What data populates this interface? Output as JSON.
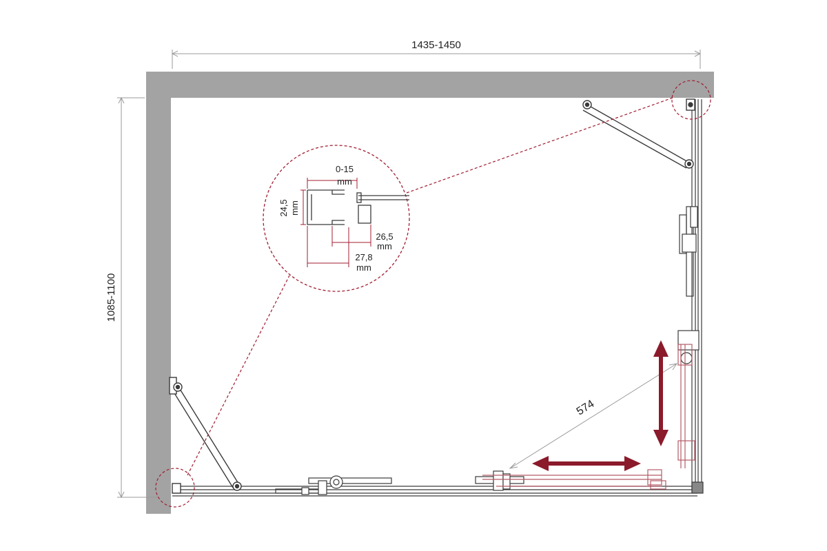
{
  "dimensions": {
    "width_label": "1435-1450",
    "depth_label": "1085-1100",
    "diagonal_opening": "574"
  },
  "detail": {
    "adjust_value": "0-15",
    "adjust_unit": "mm",
    "height_value": "24,5",
    "height_unit": "mm",
    "inner_value": "26,5",
    "inner_unit": "mm",
    "outer_value": "27,8",
    "outer_unit": "mm"
  },
  "colors": {
    "wall": "#a3a3a3",
    "accent": "#8b1a2b",
    "line": "#3a3a3a",
    "dim_line": "#9a9a9a",
    "detail_circle": "#a01c30"
  }
}
